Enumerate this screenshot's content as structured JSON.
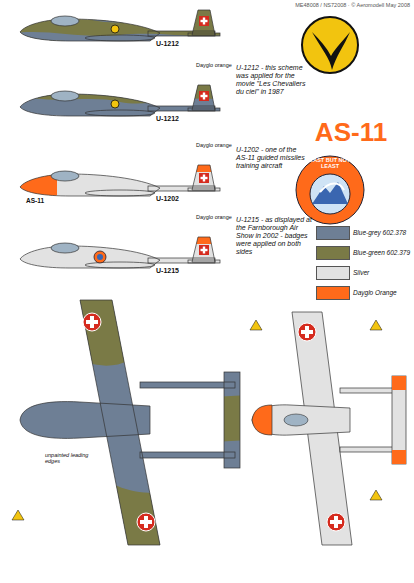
{
  "diagram": {
    "labels": [
      "ME48008 / NS72008 · © Aeromodell May 2008",
      "U-1212 - this scheme was applied for the movie \"Les Chevaliers du ciel\" in 1987",
      "AS-11",
      "U-1202 - one of the AS-11 guided missiles training aircraft",
      "U-1215 - as displayed at the Farnborough Air Show in 2002 - badges were applied on both sides",
      "U-1212",
      "U-1212",
      "U-1202",
      "U-1215",
      "AS-11",
      "Dayglo orange",
      "Dayglo orange",
      "Dayglo orange",
      "LAST BUT NOT LEAST",
      "unpainted leading edges"
    ],
    "legend": [
      {
        "text": "Blue-grey 602.378",
        "color": "#6e7f95"
      },
      {
        "text": "Blue-green 602.379",
        "color": "#7a7a46"
      },
      {
        "text": "Silver",
        "color": "#e2e2e2"
      },
      {
        "text": "Dayglo Orange",
        "color": "#ff6a1a"
      }
    ]
  }
}
